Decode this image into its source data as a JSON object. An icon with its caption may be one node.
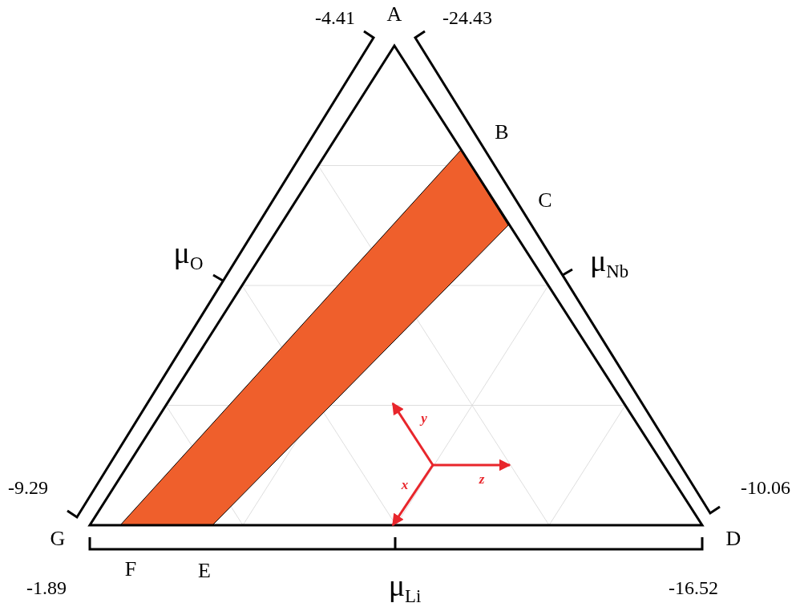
{
  "diagram": {
    "labels": [
      "-4.41",
      "A",
      "-24.43",
      "B",
      "C",
      "μ$_{O}$",
      "μ$_{Nb}$",
      "y",
      "x",
      "z",
      "-9.29",
      "-10.06",
      "G",
      "D",
      "F",
      "E",
      "-1.89",
      "-16.52",
      "μ$_{Li}$"
    ]
  }
}
